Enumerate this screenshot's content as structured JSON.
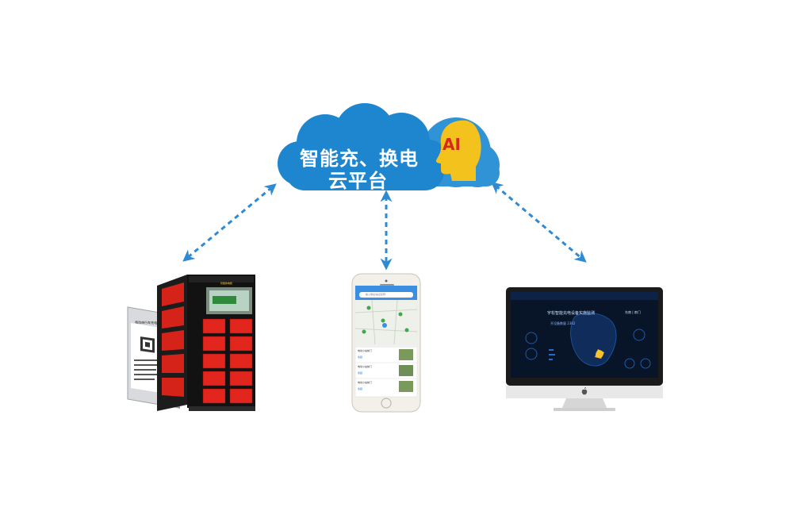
{
  "cloud": {
    "line1": "智能充、换电",
    "line2": "云平台",
    "ai_badge": "AI"
  },
  "colors": {
    "cloud": "#1e86cf",
    "cloud_back": "#2f93d6",
    "arrow": "#2f8ad4",
    "ai_head": "#f4c21c",
    "ai_text": "#d42a1a",
    "cabinet_door": "#e3261d"
  },
  "devices": {
    "stand": {
      "title": "电动自行车充电站"
    },
    "cabinet": {
      "brand": "智能换电柜"
    },
    "phone": {
      "search": "输入地址/站点名称",
      "items": [
        {
          "name": "电动小站前门",
          "tag": "收藏"
        },
        {
          "name": "电动小站前门",
          "tag": "收藏"
        },
        {
          "name": "电动小站前门",
          "tag": "收藏"
        }
      ]
    },
    "monitor": {
      "title": "宇松智能充电设备实施监测",
      "side": "东南 | 南门",
      "metric": "开设备数量 2362"
    }
  },
  "icons": [
    "cloud-icon",
    "ai-head-icon",
    "apple-logo-icon"
  ]
}
